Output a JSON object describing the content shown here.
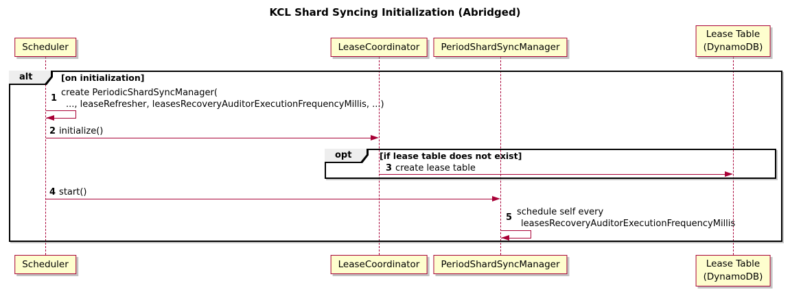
{
  "diagram": {
    "title": "KCL Shard Syncing Initialization (Abridged)"
  },
  "participants": [
    {
      "name": "Scheduler"
    },
    {
      "name": "LeaseCoordinator"
    },
    {
      "name": "PeriodShardSyncManager"
    },
    {
      "name": "Lease Table",
      "name2": "(DynamoDB)"
    }
  ],
  "frames": [
    {
      "operator": "alt",
      "guard": "[on initialization]"
    },
    {
      "operator": "opt",
      "guard": "[if lease table does not exist]"
    }
  ],
  "messages": [
    {
      "num": "1",
      "line1": "create PeriodicShardSyncManager(",
      "line2": "..., leaseRefresher, leasesRecoveryAuditorExecutionFrequencyMillis, ...)",
      "kind": "self",
      "from": "Scheduler",
      "to": "Scheduler"
    },
    {
      "num": "2",
      "text": "initialize()",
      "kind": "sync",
      "from": "Scheduler",
      "to": "LeaseCoordinator"
    },
    {
      "num": "3",
      "text": "create lease table",
      "kind": "sync",
      "from": "LeaseCoordinator",
      "to": "Lease Table (DynamoDB)"
    },
    {
      "num": "4",
      "text": "start()",
      "kind": "sync",
      "from": "Scheduler",
      "to": "PeriodShardSyncManager"
    },
    {
      "num": "5",
      "line1": "schedule self every",
      "line2": "leasesRecoveryAuditorExecutionFrequencyMillis",
      "kind": "self",
      "from": "PeriodShardSyncManager",
      "to": "PeriodShardSyncManager"
    }
  ],
  "colors": {
    "participant_fill": "#FEFECE",
    "participant_border": "#A80036",
    "arrow": "#A80036",
    "lifeline": "#A80036",
    "frame_border": "#000000",
    "operator_fill": "#EEEEEE"
  }
}
